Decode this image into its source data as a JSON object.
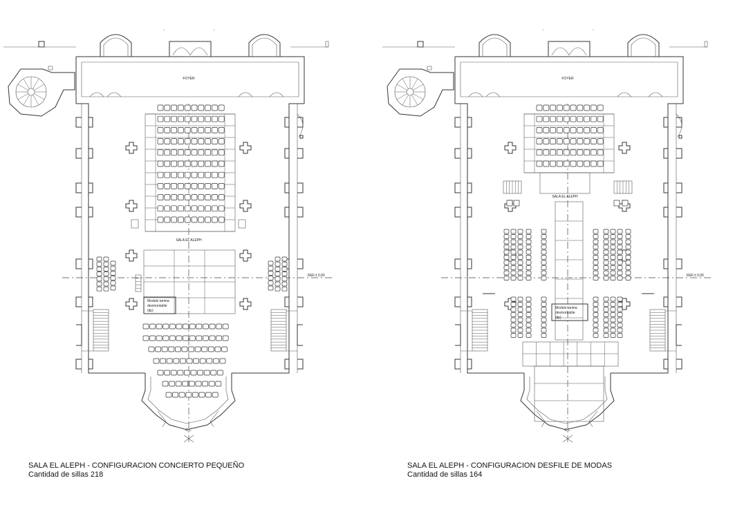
{
  "plans": [
    {
      "id": "left",
      "caption_title": "SALA EL ALEPH - CONFIGURACION CONCIERTO PEQUEÑO",
      "caption_count": "Cantidad de sillas 218",
      "foyer_label": "FOYER",
      "hall_label": "SALA EL ALEPH",
      "ref_label": "REF.± 0,00",
      "module_label_1": "Modulo tarima",
      "module_label_2": "desmontable",
      "module_label_3": "(tip)",
      "cl_label": "C.L."
    },
    {
      "id": "right",
      "caption_title": "SALA EL ALEPH - CONFIGURACION DESFILE DE MODAS",
      "caption_count": "Cantidad de sillas 164",
      "foyer_label": "FOYER",
      "hall_label": "SALA EL ALEPH",
      "ref_label": "REF.± 0,00",
      "module_label_1": "Modulo tarima",
      "module_label_2": "desmontable",
      "module_label_3": "(tip)",
      "cl_label": "C.L."
    }
  ]
}
